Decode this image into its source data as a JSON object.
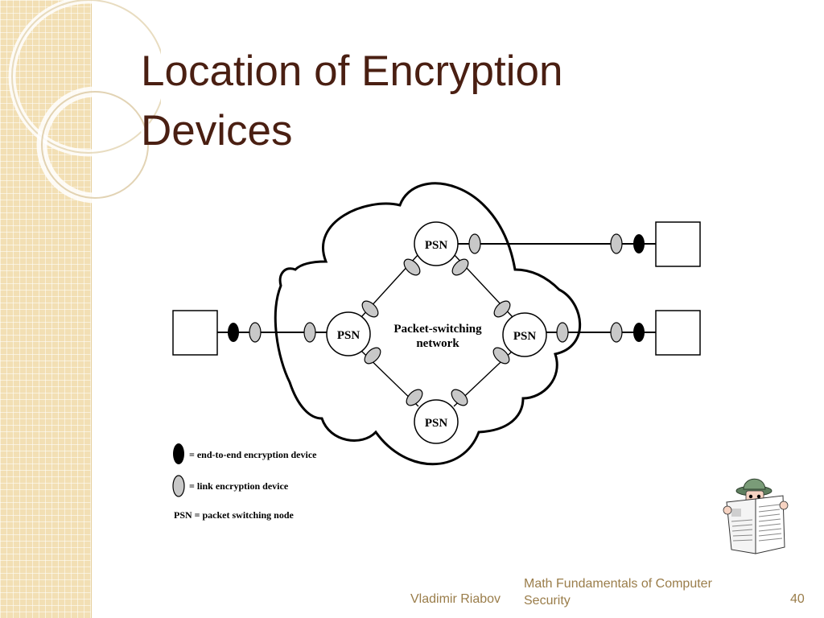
{
  "slide": {
    "title_line1": "Location of Encryption",
    "title_line2": "Devices"
  },
  "diagram": {
    "psn_label": "PSN",
    "network_label_line1": "Packet-switching",
    "network_label_line2": "network",
    "legend": {
      "end_to_end": "= end-to-end encryption device",
      "link": "= link encryption device",
      "psn": "PSN = packet switching node"
    }
  },
  "footer": {
    "author": "Vladimir Riabov",
    "course_line1": "Math Fundamentals of Computer",
    "course_line2": "Security",
    "page_number": "40"
  },
  "colors": {
    "title": "#4a1f12",
    "footer": "#9a7d4a",
    "band": "#f2dfb4",
    "link_device": "#c8c8c8",
    "end_to_end_device": "#000000"
  },
  "icons": {
    "decoration": "concentric-rings",
    "clipart": "spy-reading-newspaper-icon"
  }
}
